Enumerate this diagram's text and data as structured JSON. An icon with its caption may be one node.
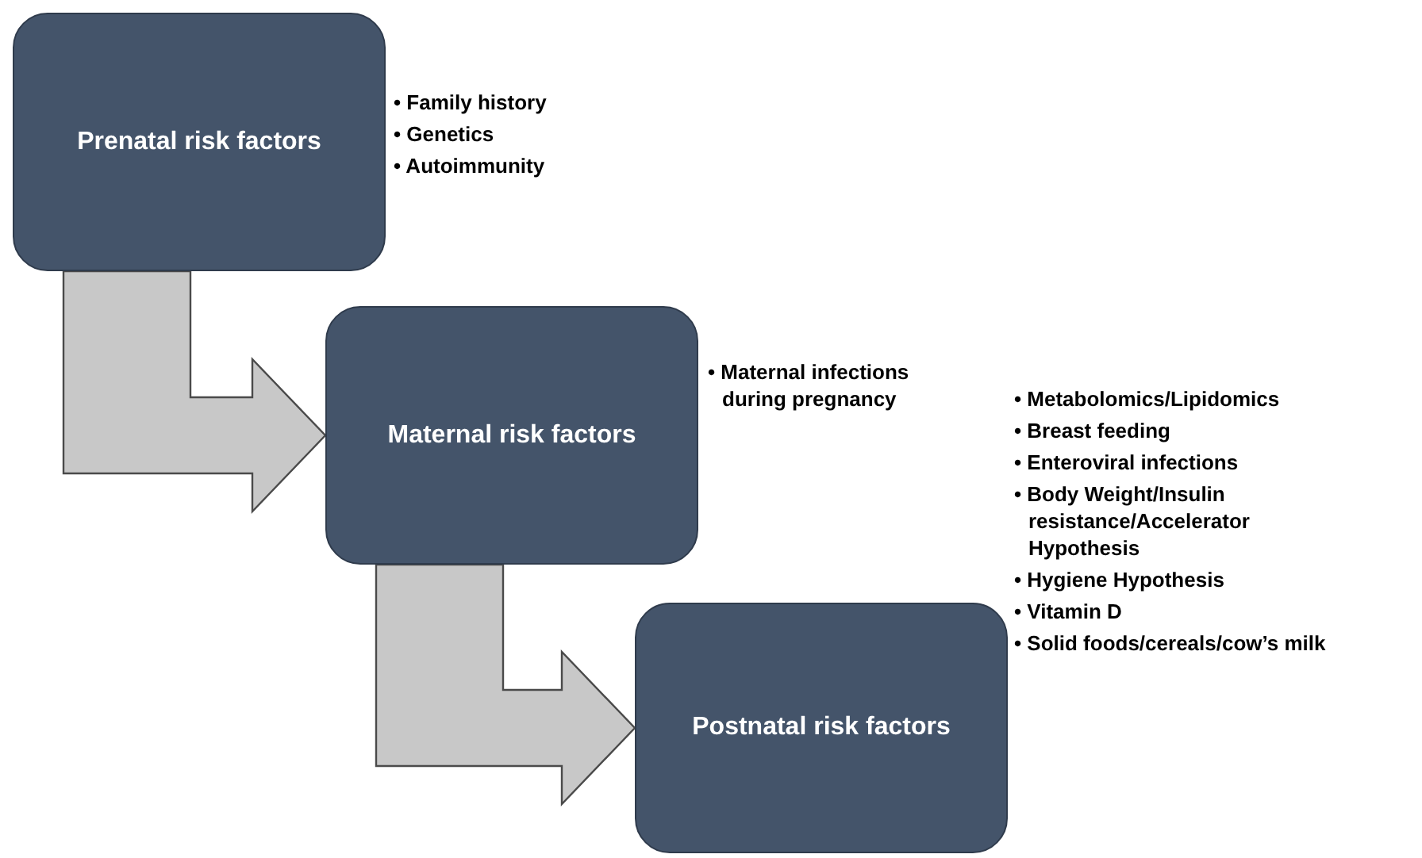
{
  "diagram": {
    "nodes": [
      {
        "text": [
          "Prenatal risk factors"
        ],
        "beside": [
          "• Family history",
          "• Genetics",
          "• Autoimmunity"
        ]
      },
      {
        "text": [
          "Maternal risk factors"
        ],
        "beside": [
          "• Maternal infections during pregnancy"
        ]
      },
      {
        "text": [
          "Postnatal risk factors"
        ],
        "beside": [
          "• Metabolomics/Lipidomics",
          "• Breast feeding",
          "• Enteroviral infections",
          "• Body Weight/Insulin resistance/Accelerator Hypothesis",
          "• Hygiene Hypothesis",
          "• Vitamin D",
          "• Solid foods/cereals/cow’s milk"
        ]
      }
    ],
    "edges": [
      {
        "from": 0,
        "to": 1,
        "arrow": "to"
      },
      {
        "from": 1,
        "to": 2,
        "arrow": "to"
      }
    ]
  }
}
